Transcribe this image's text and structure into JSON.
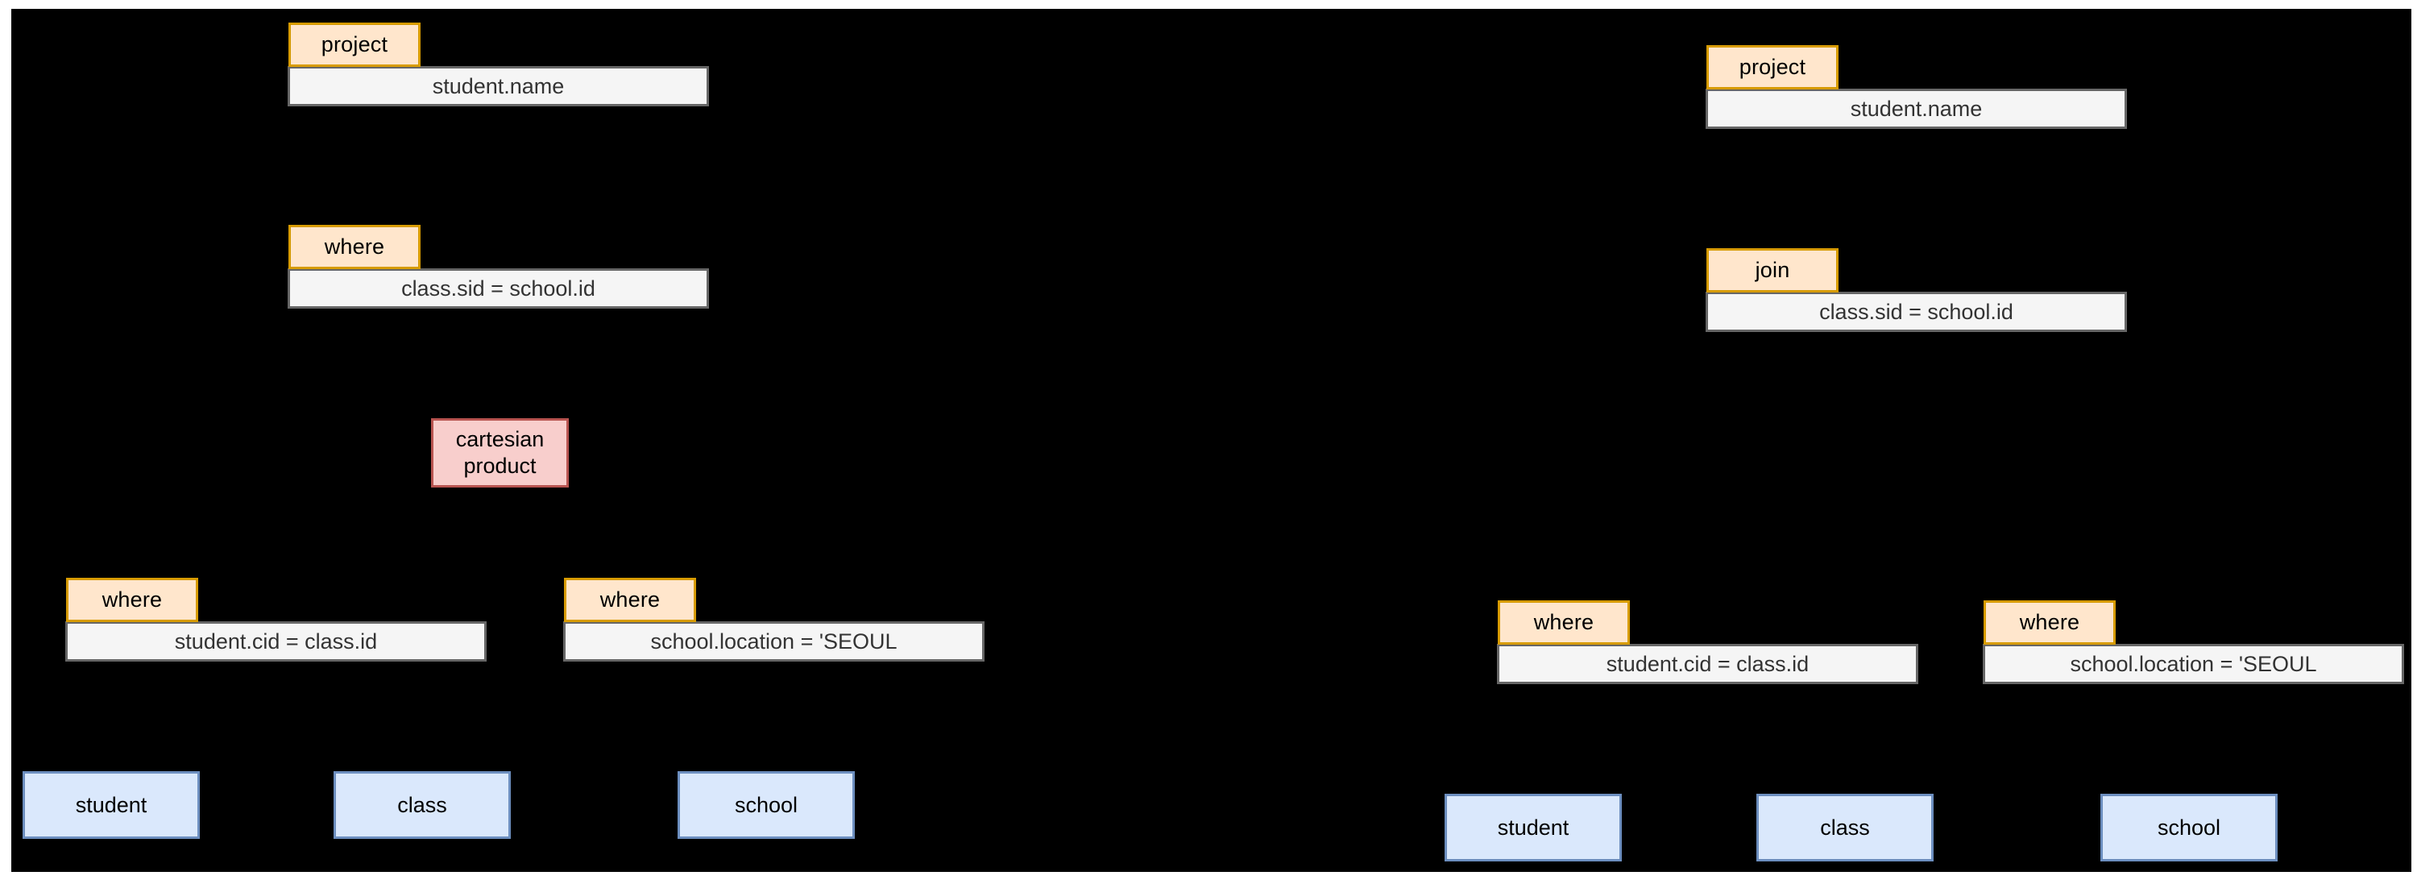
{
  "diagram": {
    "background_color": "#000000",
    "page_color": "#ffffff",
    "palette": {
      "operator_fill": "#ffe6cc",
      "operator_stroke": "#d79b00",
      "expression_fill": "#f5f5f5",
      "expression_stroke": "#666666",
      "cartesian_fill": "#f8cecc",
      "cartesian_stroke": "#b85450",
      "relation_fill": "#dae8fc",
      "relation_stroke": "#6c8ebf"
    }
  },
  "left_plan": {
    "project": {
      "operator": "project",
      "expression": "student.name"
    },
    "where_join": {
      "operator": "where",
      "expression": "class.sid = school.id"
    },
    "cartesian": {
      "line1": "cartesian",
      "line2": "product"
    },
    "where_student_class": {
      "operator": "where",
      "expression": "student.cid = class.id"
    },
    "where_school_location": {
      "operator": "where",
      "expression": "school.location = 'SEOUL"
    },
    "relations": [
      {
        "label": "student"
      },
      {
        "label": "class"
      },
      {
        "label": "school"
      }
    ]
  },
  "right_plan": {
    "project": {
      "operator": "project",
      "expression": "student.name"
    },
    "join": {
      "operator": "join",
      "expression": "class.sid = school.id"
    },
    "where_student_class": {
      "operator": "where",
      "expression": "student.cid = class.id"
    },
    "where_school_location": {
      "operator": "where",
      "expression": "school.location = 'SEOUL"
    },
    "relations": [
      {
        "label": "student"
      },
      {
        "label": "class"
      },
      {
        "label": "school"
      }
    ]
  }
}
